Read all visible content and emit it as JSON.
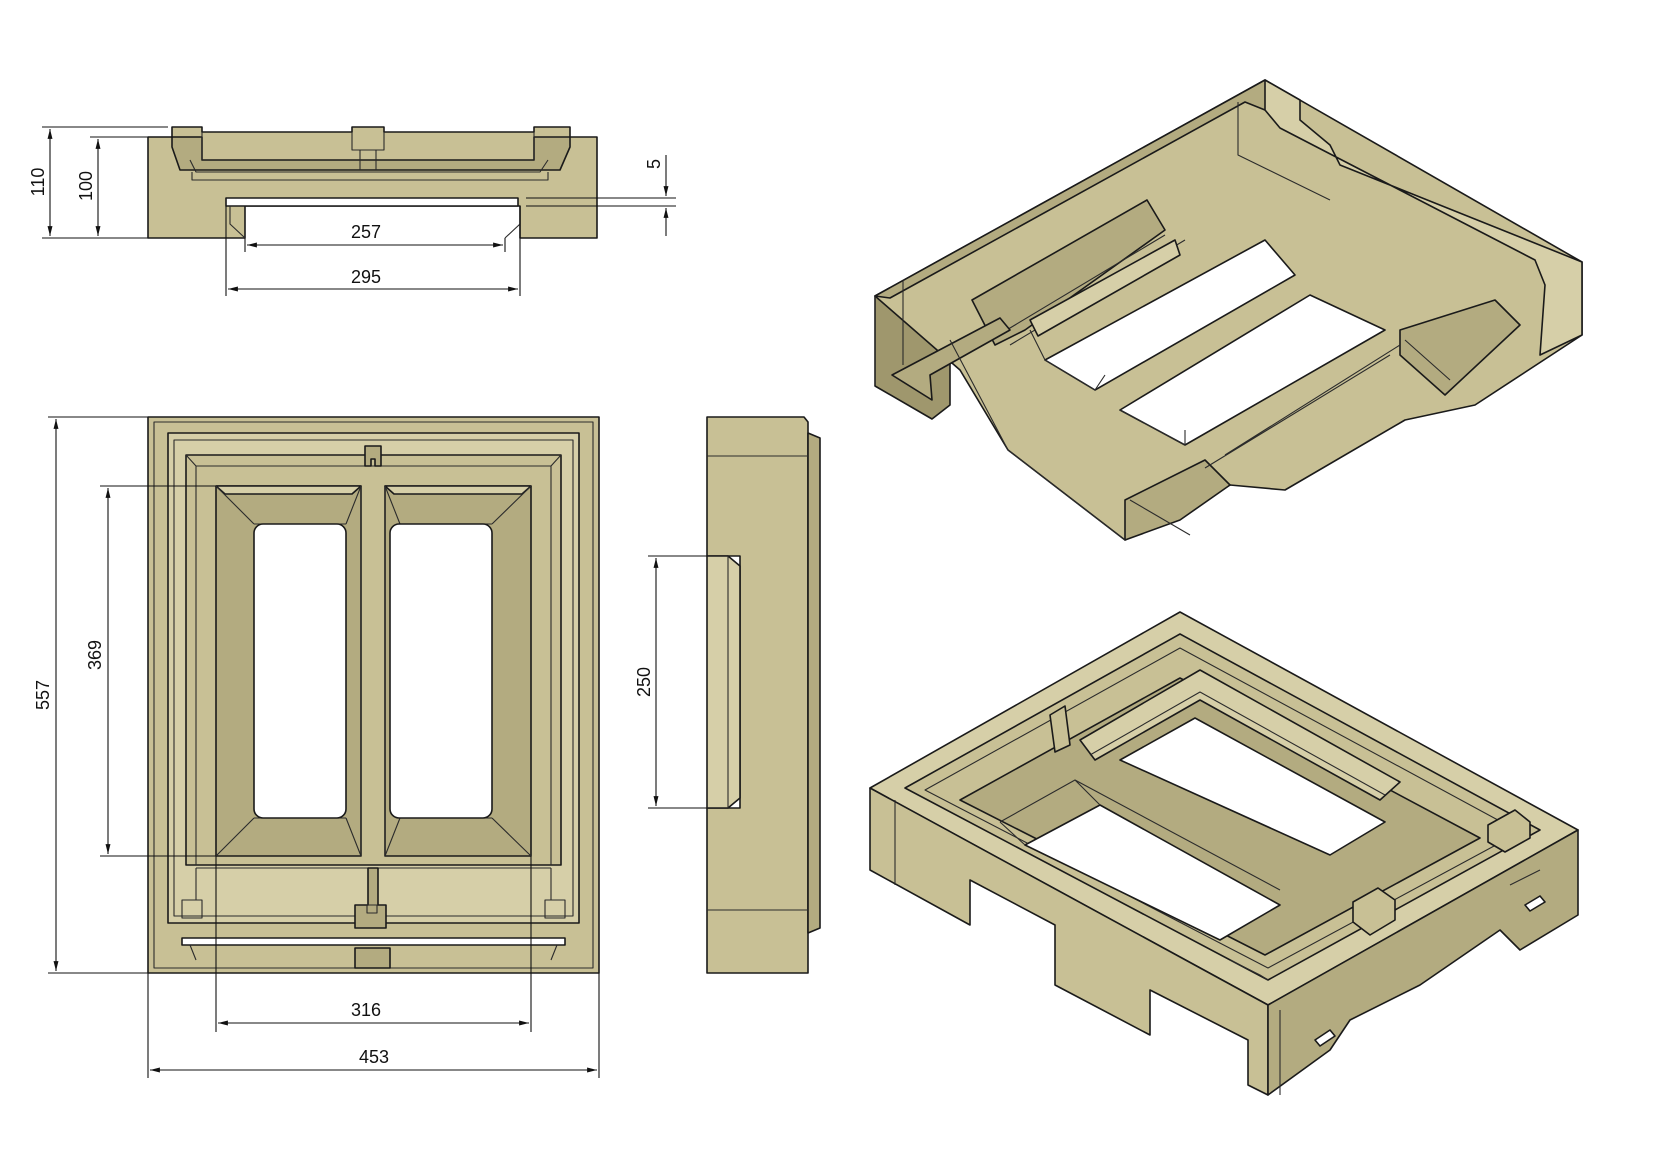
{
  "colors": {
    "part_fill": "#c8c095",
    "part_shade": "#b3ab80",
    "part_dark": "#9f976d",
    "part_light": "#d6cfa8",
    "line": "#1a1a1a",
    "background": "#ffffff",
    "opening": "#ffffff"
  },
  "views": {
    "top_view": {
      "dimensions": {
        "height_outer": "110",
        "height_inner": "100",
        "slot_inner_width": "257",
        "slot_outer_width": "295",
        "gap": "5"
      }
    },
    "plan_view": {
      "dimensions": {
        "total_height": "557",
        "inner_height": "369",
        "inner_width": "316",
        "total_width": "453"
      }
    },
    "side_view": {
      "dimensions": {
        "recess_height": "250"
      }
    }
  }
}
